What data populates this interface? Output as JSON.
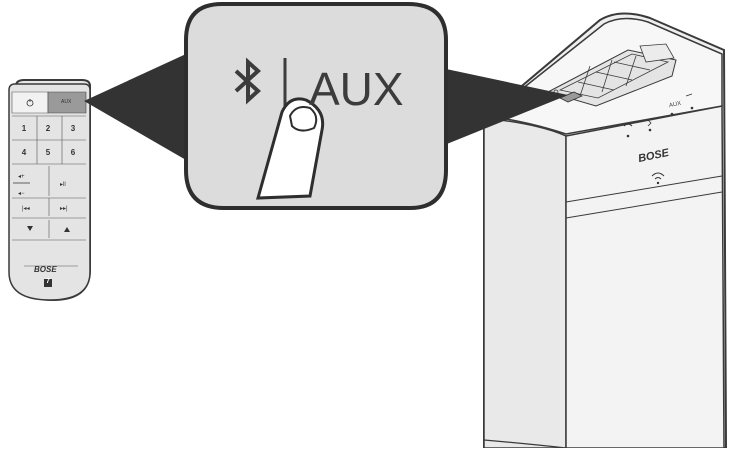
{
  "callout": {
    "aux_label": "AUX"
  },
  "remote": {
    "aux_label": "AUX",
    "number_buttons": [
      "1",
      "2",
      "3",
      "4",
      "5",
      "6"
    ],
    "brand": "BOSE",
    "badge": "7"
  },
  "speaker": {
    "brand": "BOSE",
    "aux_label": "AUX"
  },
  "colors": {
    "outline": "#3a3a3a",
    "dark_band": "#333333",
    "callout_fill": "#dcdcdc",
    "remote_body": "#e6e6e6",
    "speaker_body": "#efefef",
    "highlight_button": "#9a9a9a"
  }
}
